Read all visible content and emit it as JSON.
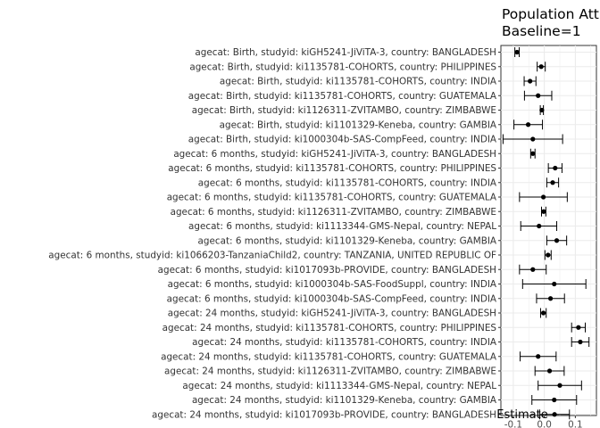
{
  "chart_data": {
    "type": "forest",
    "title": [
      "Population Att",
      "Baseline=1"
    ],
    "xlabel": "Estimate",
    "ylabel": "",
    "xlim": [
      -0.14,
      0.168
    ],
    "xticks": [
      -0.1,
      0.0,
      0.1
    ],
    "xtick_labels": [
      "-0.1",
      "0.0",
      "0.1"
    ],
    "grid": true,
    "rows": [
      {
        "label": "agecat: Birth, studyid: kiGH5241-JiViTA-3, country: BANGLADESH",
        "estimate": -0.088,
        "ci": [
          -0.095,
          -0.081
        ]
      },
      {
        "label": "agecat: Birth, studyid: ki1135781-COHORTS, country: PHILIPPINES",
        "estimate": -0.01,
        "ci": [
          -0.023,
          0.003
        ]
      },
      {
        "label": "agecat: Birth, studyid: ki1135781-COHORTS, country: INDIA",
        "estimate": -0.046,
        "ci": [
          -0.065,
          -0.027
        ]
      },
      {
        "label": "agecat: Birth, studyid: ki1135781-COHORTS, country: GUATEMALA",
        "estimate": -0.02,
        "ci": [
          -0.064,
          0.024
        ]
      },
      {
        "label": "agecat: Birth, studyid: ki1126311-ZVITAMBO, country: ZIMBABWE",
        "estimate": -0.008,
        "ci": [
          -0.013,
          -0.003
        ]
      },
      {
        "label": "agecat: Birth, studyid: ki1101329-Keneba, country: GAMBIA",
        "estimate": -0.052,
        "ci": [
          -0.098,
          -0.006
        ]
      },
      {
        "label": "agecat: Birth, studyid: ki1000304b-SAS-CompFeed, country: INDIA",
        "estimate": -0.037,
        "ci": [
          -0.133,
          0.059
        ]
      },
      {
        "label": "agecat: 6 months, studyid: kiGH5241-JiViTA-3, country: BANGLADESH",
        "estimate": -0.037,
        "ci": [
          -0.044,
          -0.03
        ]
      },
      {
        "label": "agecat: 6 months, studyid: ki1135781-COHORTS, country: PHILIPPINES",
        "estimate": 0.035,
        "ci": [
          0.013,
          0.057
        ]
      },
      {
        "label": "agecat: 6 months, studyid: ki1135781-COHORTS, country: INDIA",
        "estimate": 0.027,
        "ci": [
          0.008,
          0.046
        ]
      },
      {
        "label": "agecat: 6 months, studyid: ki1135781-COHORTS, country: GUATEMALA",
        "estimate": -0.003,
        "ci": [
          -0.08,
          0.074
        ]
      },
      {
        "label": "agecat: 6 months, studyid: ki1126311-ZVITAMBO, country: ZIMBABWE",
        "estimate": -0.002,
        "ci": [
          -0.009,
          0.005
        ]
      },
      {
        "label": "agecat: 6 months, studyid: ki1113344-GMS-Nepal, country: NEPAL",
        "estimate": -0.017,
        "ci": [
          -0.076,
          0.04
        ]
      },
      {
        "label": "agecat: 6 months, studyid: ki1101329-Keneba, country: GAMBIA",
        "estimate": 0.04,
        "ci": [
          0.008,
          0.072
        ]
      },
      {
        "label": "agecat: 6 months, studyid: ki1066203-TanzaniaChild2, country: TANZANIA, UNITED REPUBLIC OF",
        "estimate": 0.012,
        "ci": [
          0.002,
          0.022
        ]
      },
      {
        "label": "agecat: 6 months, studyid: ki1017093b-PROVIDE, country: BANGLADESH",
        "estimate": -0.037,
        "ci": [
          -0.08,
          0.006
        ]
      },
      {
        "label": "agecat: 6 months, studyid: ki1000304b-SAS-FoodSuppl, country: INDIA",
        "estimate": 0.032,
        "ci": [
          -0.07,
          0.134
        ]
      },
      {
        "label": "agecat: 6 months, studyid: ki1000304b-SAS-CompFeed, country: INDIA",
        "estimate": 0.02,
        "ci": [
          -0.025,
          0.065
        ]
      },
      {
        "label": "agecat: 24 months, studyid: kiGH5241-JiViTA-3, country: BANGLADESH",
        "estimate": -0.003,
        "ci": [
          -0.012,
          0.006
        ]
      },
      {
        "label": "agecat: 24 months, studyid: ki1135781-COHORTS, country: PHILIPPINES",
        "estimate": 0.11,
        "ci": [
          0.088,
          0.132
        ]
      },
      {
        "label": "agecat: 24 months, studyid: ki1135781-COHORTS, country: INDIA",
        "estimate": 0.116,
        "ci": [
          0.088,
          0.144
        ]
      },
      {
        "label": "agecat: 24 months, studyid: ki1135781-COHORTS, country: GUATEMALA",
        "estimate": -0.02,
        "ci": [
          -0.078,
          0.038
        ]
      },
      {
        "label": "agecat: 24 months, studyid: ki1126311-ZVITAMBO, country: ZIMBABWE",
        "estimate": 0.017,
        "ci": [
          -0.03,
          0.064
        ]
      },
      {
        "label": "agecat: 24 months, studyid: ki1113344-GMS-Nepal, country: NEPAL",
        "estimate": 0.05,
        "ci": [
          -0.02,
          0.12
        ]
      },
      {
        "label": "agecat: 24 months, studyid: ki1101329-Keneba, country: GAMBIA",
        "estimate": 0.032,
        "ci": [
          -0.04,
          0.104
        ]
      },
      {
        "label": "agecat: 24 months, studyid: ki1017093b-PROVIDE, country: BANGLADESH",
        "estimate": 0.033,
        "ci": [
          -0.015,
          0.081
        ]
      }
    ]
  }
}
